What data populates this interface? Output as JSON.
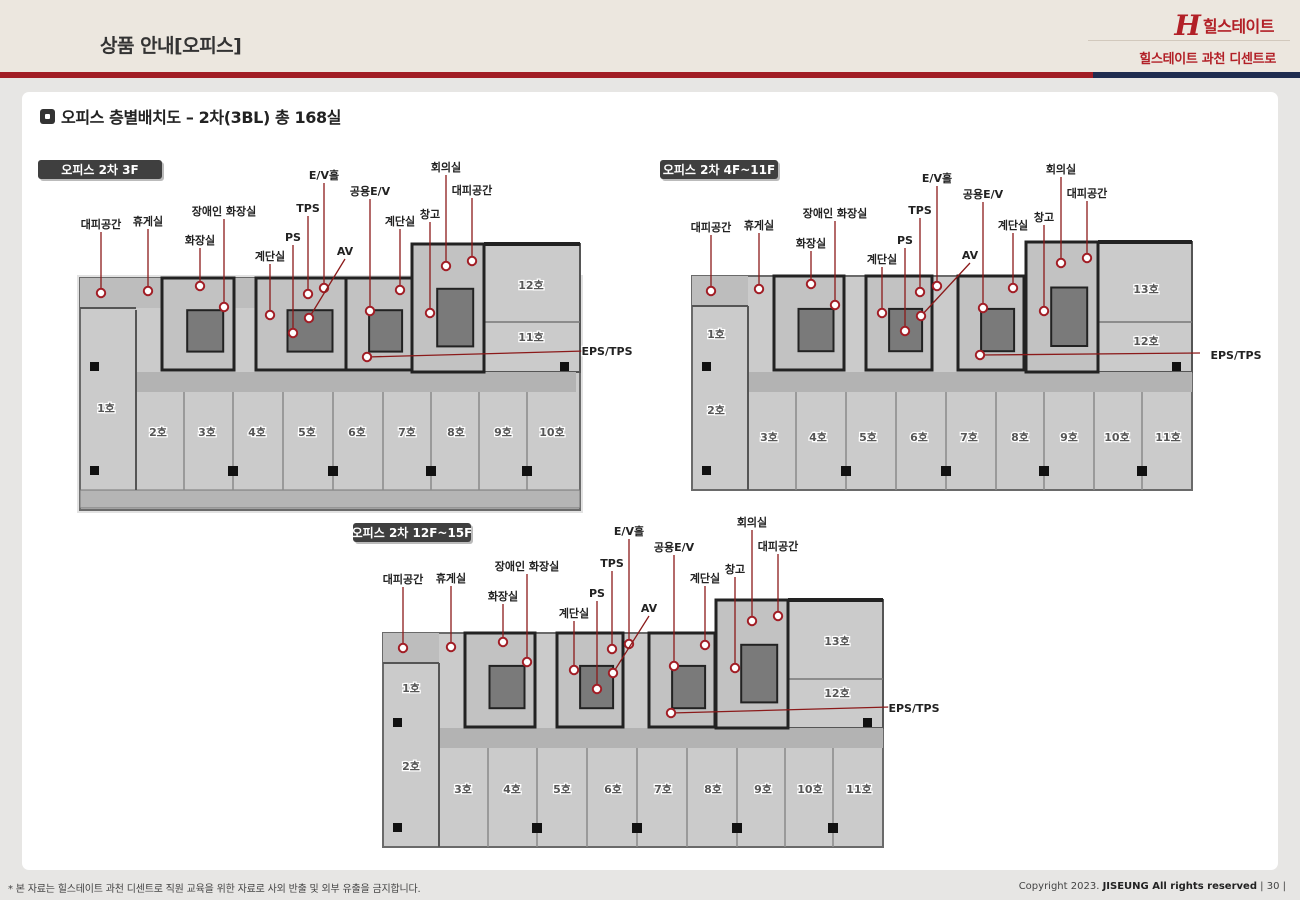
{
  "header": {
    "title": "상품 안내[오피스]",
    "brand_name": "힐스테이트",
    "site_name": "힐스테이트 과천 디센트로"
  },
  "section": {
    "title": "오피스 층별배치도 – 2차(3BL) 총 168실"
  },
  "colors": {
    "brand_red": "#b22027",
    "bar_navy": "#1f2c4f",
    "floor_fill": "#cbcbcb",
    "wall": "#222222",
    "leader": "#8b1a1a"
  },
  "plans": [
    {
      "tag": "오피스 2차 3F",
      "labels": [
        "대피공간",
        "휴게실",
        "장애인 화장실",
        "화장실",
        "계단실",
        "PS",
        "TPS",
        "E/V홀",
        "AV",
        "공용E/V",
        "계단실",
        "창고",
        "회의실",
        "대피공간",
        "EPS/TPS"
      ],
      "units": [
        "1호",
        "2호",
        "3호",
        "4호",
        "5호",
        "6호",
        "7호",
        "8호",
        "9호",
        "10호",
        "11호",
        "12호"
      ]
    },
    {
      "tag": "오피스 2차 4F~11F",
      "labels": [
        "대피공간",
        "휴게실",
        "장애인 화장실",
        "화장실",
        "계단실",
        "PS",
        "TPS",
        "E/V홀",
        "AV",
        "공용E/V",
        "계단실",
        "창고",
        "회의실",
        "대피공간",
        "EPS/TPS"
      ],
      "units": [
        "1호",
        "2호",
        "3호",
        "4호",
        "5호",
        "6호",
        "7호",
        "8호",
        "9호",
        "10호",
        "11호",
        "12호",
        "13호"
      ]
    },
    {
      "tag": "오피스 2차 12F~15F",
      "labels": [
        "대피공간",
        "휴게실",
        "장애인 화장실",
        "화장실",
        "계단실",
        "PS",
        "TPS",
        "E/V홀",
        "AV",
        "공용E/V",
        "계단실",
        "창고",
        "회의실",
        "대피공간",
        "EPS/TPS"
      ],
      "units": [
        "1호",
        "2호",
        "3호",
        "4호",
        "5호",
        "6호",
        "7호",
        "8호",
        "9호",
        "10호",
        "11호",
        "12호",
        "13호"
      ]
    }
  ],
  "footer": {
    "note": "* 본 자료는 힐스테이트 과천 디센트로 직원 교육을 위한 자료로 사외 반출 및 외부 유출을 금지합니다.",
    "copyright_prefix": "Copyright 2023.",
    "copyright_owner": "JISEUNG All rights reserved",
    "page": "| 30 |"
  }
}
